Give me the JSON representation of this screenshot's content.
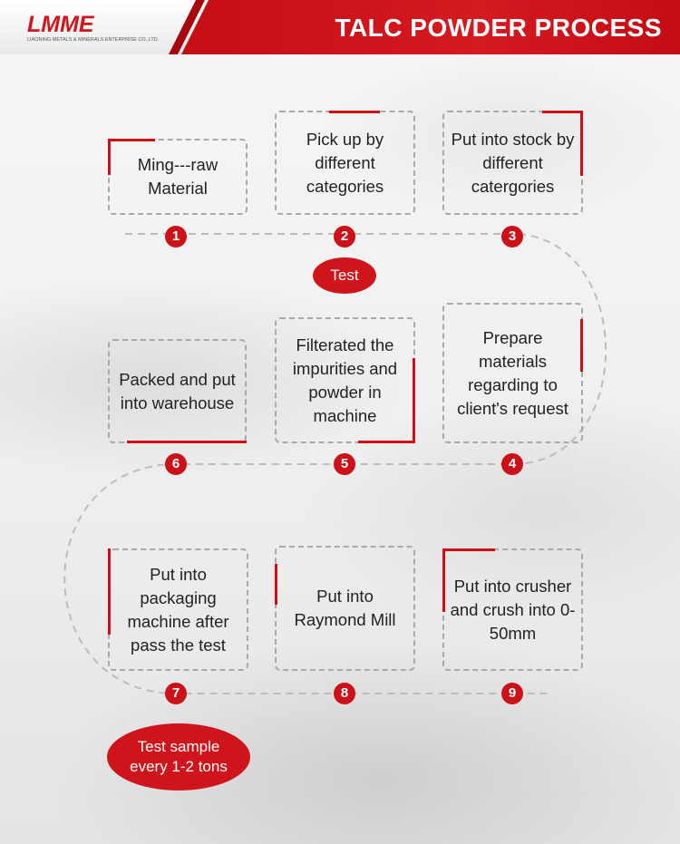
{
  "header": {
    "logo_text": "LMME",
    "logo_subtitle": "LIAONING METALS & MINERALS ENTERPRISE CO.,LTD.",
    "title": "TALC POWDER PROCESS"
  },
  "colors": {
    "accent": "#cf0f15",
    "dash_border": "#a9a9a9",
    "title_bar": "#d51a20"
  },
  "steps": [
    {
      "number": "1",
      "label": "Ming---raw Material"
    },
    {
      "number": "2",
      "label": "Pick up by different categories"
    },
    {
      "number": "3",
      "label": "Put into stock by different catergories"
    },
    {
      "number": "4",
      "label": "Prepare materials regarding to client's request"
    },
    {
      "number": "5",
      "label": "Filterated the impurities and powder in machine"
    },
    {
      "number": "6",
      "label": "Packed and put into warehouse"
    },
    {
      "number": "7",
      "label": "Put into packaging machine after pass the test"
    },
    {
      "number": "8",
      "label": "Put into Raymond Mill"
    },
    {
      "number": "9",
      "label": "Put into crusher and crush into 0-50mm"
    }
  ],
  "notes": {
    "test": "Test",
    "test_sample": "Test sample every 1-2 tons"
  }
}
